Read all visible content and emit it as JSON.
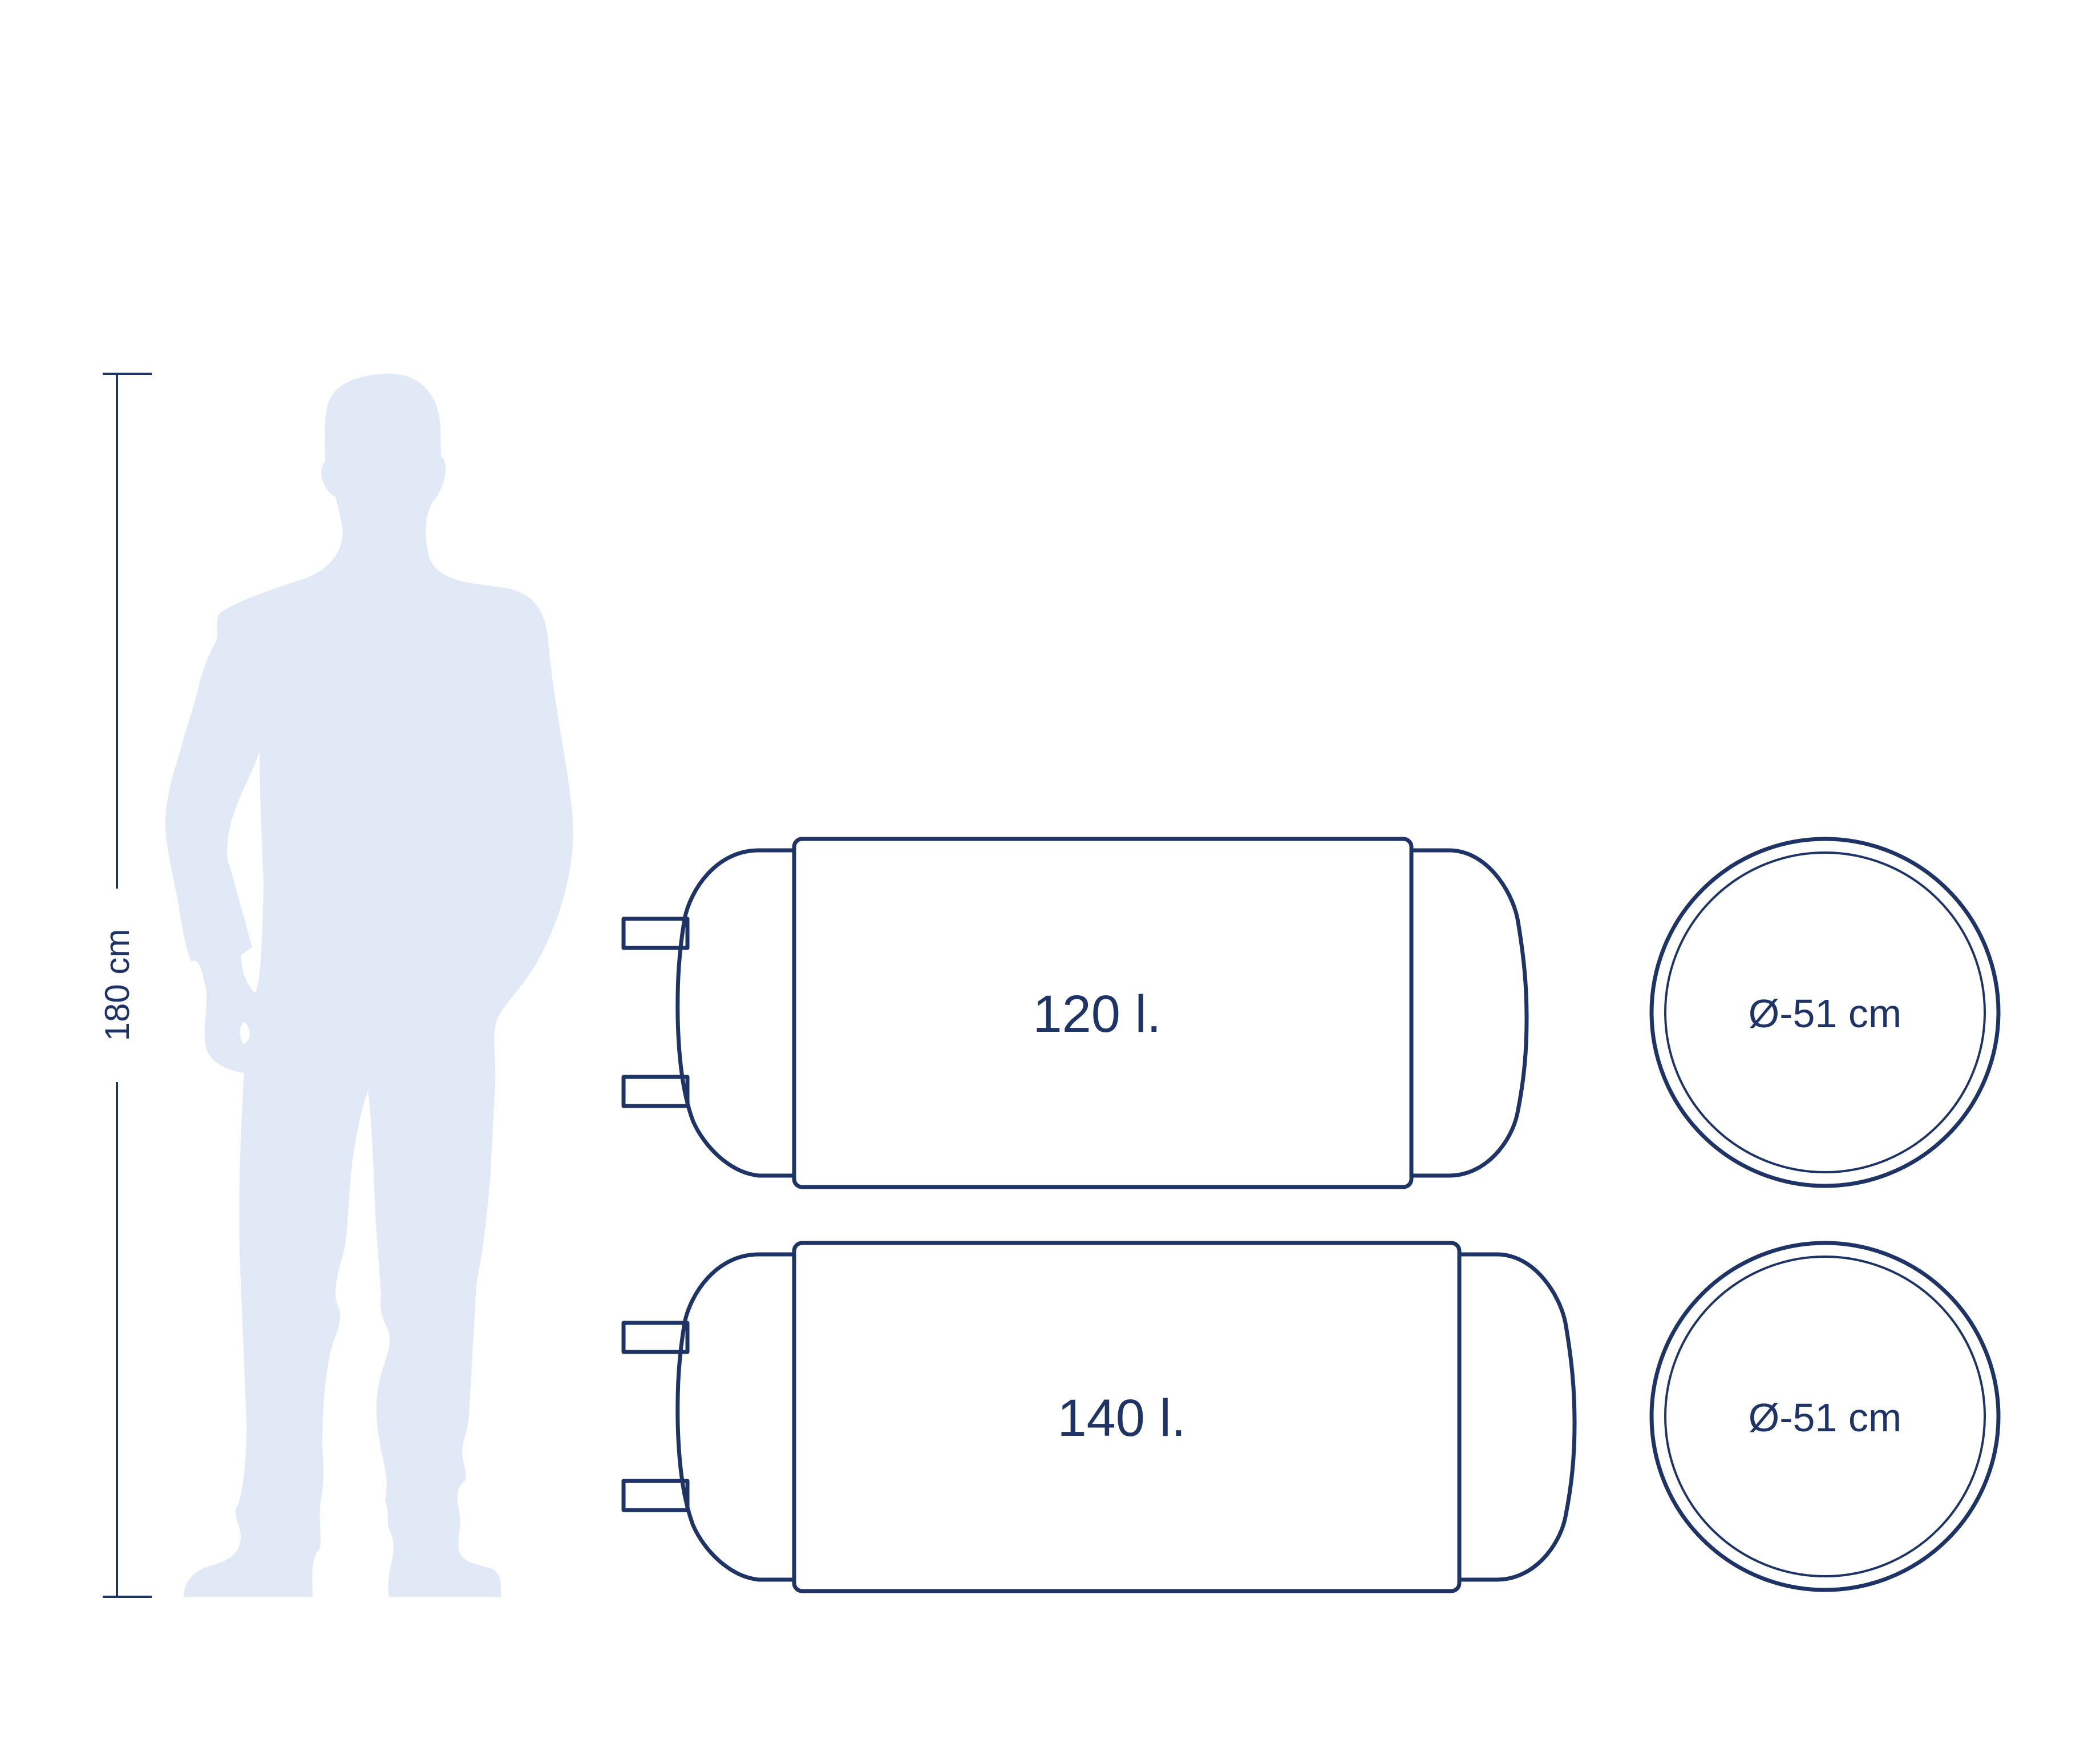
{
  "colors": {
    "stroke": "#1f3466",
    "silhouette": "#e2e9f6",
    "background": "#ffffff"
  },
  "height_scale": {
    "label": "180 cm"
  },
  "silhouette": {
    "icon": "standing-person-icon"
  },
  "tanks": [
    {
      "volume_label": "120 l.",
      "diameter_label": "Ø-51 cm"
    },
    {
      "volume_label": "140 l.",
      "diameter_label": "Ø-51 cm"
    }
  ]
}
